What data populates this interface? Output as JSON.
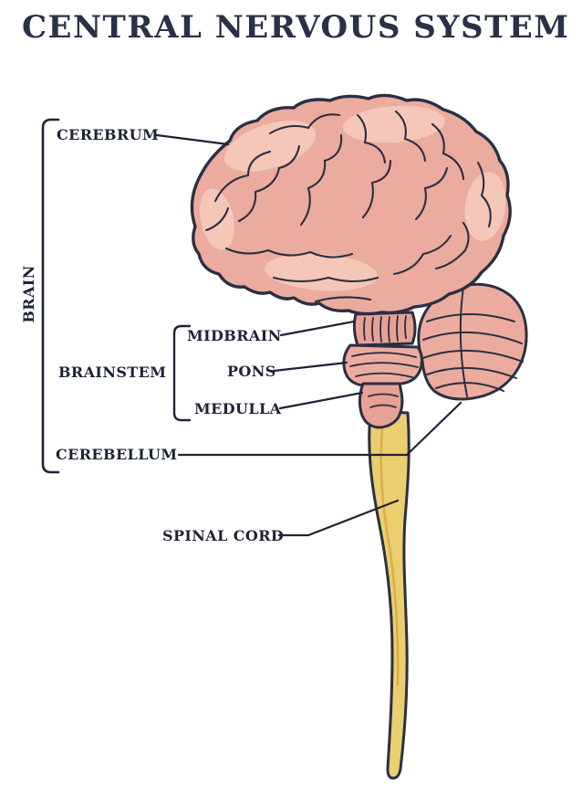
{
  "title": "CENTRAL NERVOUS SYSTEM",
  "labels": {
    "brain": "BRAIN",
    "cerebrum": "CEREBRUM",
    "midbrain": "MIDBRAIN",
    "brainstem": "BRAINSTEM",
    "pons": "PONS",
    "medulla": "MEDULLA",
    "cerebellum": "CEREBELLUM",
    "spinal_cord": "SPINAL CORD"
  },
  "colors": {
    "background": "#ffffff",
    "title_text": "#2a3147",
    "label_text": "#1e2335",
    "outline": "#2a2f42",
    "brain_pink": "#ecab9f",
    "brain_pink_light": "#f6ccbd",
    "brainstem_pink": "#e8a195",
    "spinal_cord_yellow": "#ebce6e",
    "spinal_cord_shade": "#d5ab45"
  }
}
